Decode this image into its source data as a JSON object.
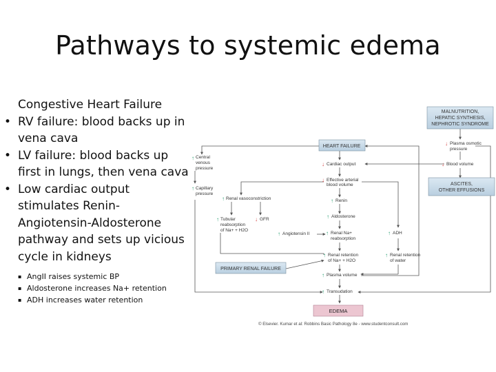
{
  "slide": {
    "title": "Pathways to systemic edema",
    "heading": "Congestive Heart Failure",
    "bullets": [
      "RV failure: blood backs up in vena cava",
      "LV failure: blood backs up first in lungs, then vena cava",
      "Low cardiac output stimulates Renin-Angiotensin-Aldosterone pathway and sets up vicious cycle in kidneys"
    ],
    "sub_bullets": [
      "AngII raises systemic BP",
      "Aldosterone increases Na+ retention",
      "ADH increases water retention"
    ]
  },
  "diagram": {
    "colors": {
      "box_fill": "#c9dbe8",
      "edema_fill": "#ecc6d1",
      "up_arrow": "#1f9b6c",
      "down_arrow": "#d23a3a",
      "line": "#555555"
    },
    "boxes": {
      "malnutrition": [
        "MALNUTRITION,",
        "HEPATIC SYNTHESIS,",
        "NEPHROTIC SYNDROME"
      ],
      "heart_failure": "HEART FAILURE",
      "ascites": [
        "ASCITES,",
        "OTHER EFFUSIONS"
      ],
      "primary_renal": "PRIMARY RENAL FAILURE",
      "edema": "EDEMA"
    },
    "labels": {
      "central_venous": [
        "Central",
        "venous",
        "pressure"
      ],
      "capillary": [
        "Capillary",
        "pressure"
      ],
      "cardiac_output": "Cardiac output",
      "effective_arterial": [
        "Effective arterial",
        "blood volume"
      ],
      "renal_vasoconstriction": "Renal vasoconstriction",
      "renin": "Renin",
      "aldosterone": "Aldosterone",
      "tubular": [
        "Tubular",
        "reabsorption",
        "of Na+ + H2O"
      ],
      "gfr": "GFR",
      "angiotensin": "Angiotensin II",
      "renal_na": [
        "Renal Na+",
        "reabsorption"
      ],
      "adh": "ADH",
      "renal_retention_na": [
        "Renal retention",
        "of Na+ + H2O"
      ],
      "renal_retention_water": [
        "Renal retention",
        "of water"
      ],
      "plasma_volume": "Plasma volume",
      "transudation": "Transudation",
      "plasma_osmotic": [
        "Plasma osmotic",
        "pressure"
      ],
      "blood_volume": "Blood volume"
    },
    "credit": "© Elsevier. Kumar et al: Robbins Basic Pathology 8e - www.studentconsult.com"
  }
}
